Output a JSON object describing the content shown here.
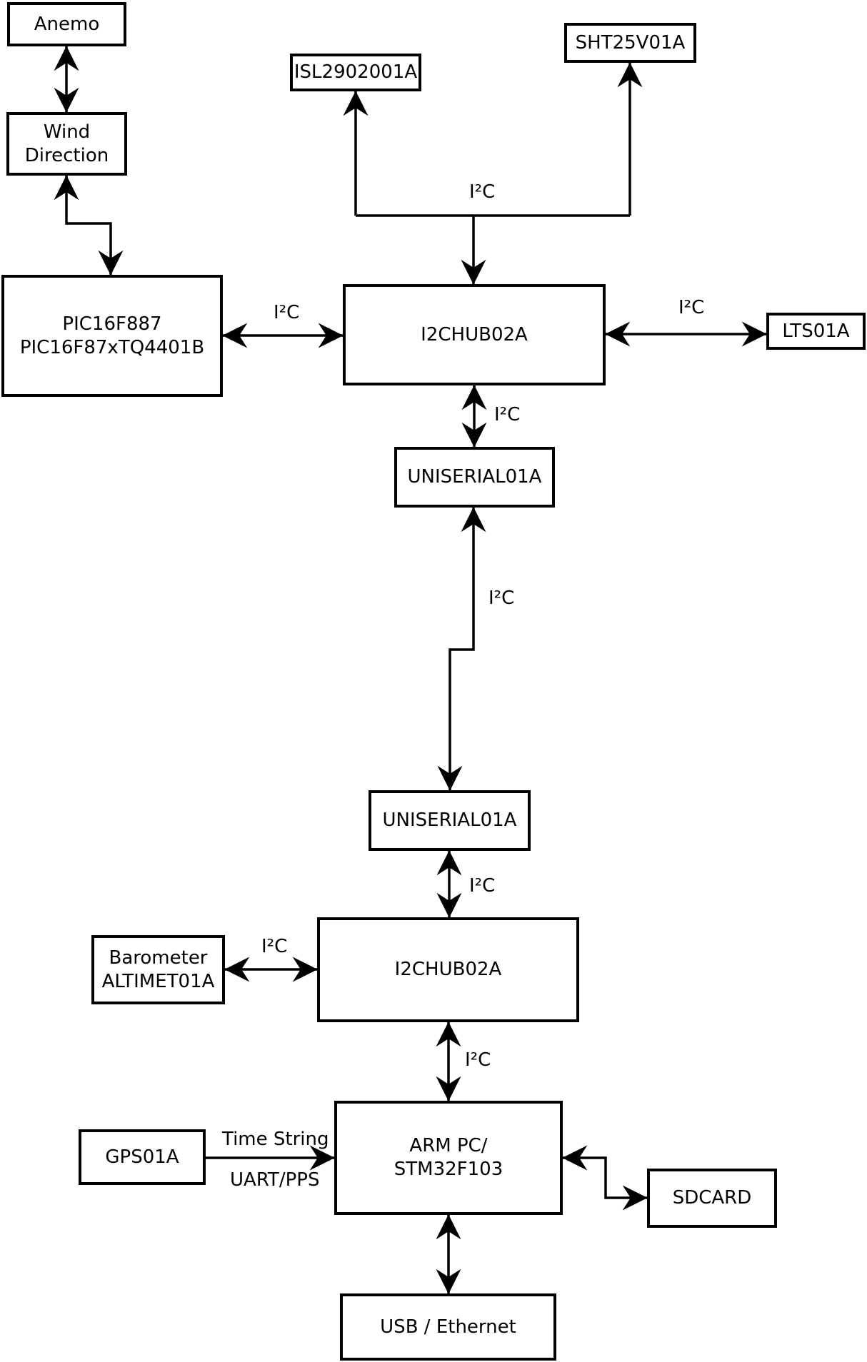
{
  "diagram": {
    "kind": "block-diagram",
    "background_color": "#ffffff",
    "line_color": "#000000",
    "bus_protocol": "I²C"
  },
  "boxes": {
    "anemo": {
      "lines": [
        "Anemo"
      ]
    },
    "wind_direction": {
      "lines": [
        "Wind",
        "Direction"
      ]
    },
    "isl": {
      "lines": [
        "ISL2902001A"
      ]
    },
    "sht": {
      "lines": [
        "SHT25V01A"
      ]
    },
    "pic": {
      "lines": [
        "PIC16F887",
        "PIC16F87xTQ4401B"
      ]
    },
    "hub_top": {
      "lines": [
        "I2CHUB02A"
      ]
    },
    "lts": {
      "lines": [
        "LTS01A"
      ]
    },
    "uniserial_top": {
      "lines": [
        "UNISERIAL01A"
      ]
    },
    "uniserial_bottom": {
      "lines": [
        "UNISERIAL01A"
      ]
    },
    "hub_bottom": {
      "lines": [
        "I2CHUB02A"
      ]
    },
    "barometer": {
      "lines": [
        "Barometer",
        "ALTIMET01A"
      ]
    },
    "gps": {
      "lines": [
        "GPS01A"
      ]
    },
    "arm": {
      "lines": [
        "ARM PC/",
        "STM32F103"
      ]
    },
    "sdcard": {
      "lines": [
        "SDCARD"
      ]
    },
    "usb": {
      "lines": [
        "USB / Ethernet"
      ]
    }
  },
  "connections": [
    {
      "id": "anemo-wind",
      "from": "anemo",
      "to": "wind_direction",
      "arrows": "both",
      "label": ""
    },
    {
      "id": "wind-pic",
      "from": "wind_direction",
      "to": "pic",
      "arrows": "both",
      "label": ""
    },
    {
      "id": "bus-isl",
      "from": "i2c_bus",
      "to": "isl",
      "arrows": "to",
      "label": ""
    },
    {
      "id": "bus-sht",
      "from": "i2c_bus",
      "to": "sht",
      "arrows": "to",
      "label": ""
    },
    {
      "id": "bus-hub1",
      "from": "i2c_bus",
      "to": "hub_top",
      "arrows": "to",
      "label": "I²C"
    },
    {
      "id": "pic-hub1",
      "from": "pic",
      "to": "hub_top",
      "arrows": "both",
      "label": "I²C"
    },
    {
      "id": "hub1-lts",
      "from": "hub_top",
      "to": "lts",
      "arrows": "both",
      "label": "I²C"
    },
    {
      "id": "hub1-uni1",
      "from": "hub_top",
      "to": "uniserial_top",
      "arrows": "both",
      "label": "I²C"
    },
    {
      "id": "uni1-uni2",
      "from": "uniserial_top",
      "to": "uniserial_bottom",
      "arrows": "both",
      "label": "I²C"
    },
    {
      "id": "uni2-hub2",
      "from": "uniserial_bottom",
      "to": "hub_bottom",
      "arrows": "both",
      "label": "I²C"
    },
    {
      "id": "baro-hub2",
      "from": "barometer",
      "to": "hub_bottom",
      "arrows": "both",
      "label": "I²C"
    },
    {
      "id": "hub2-arm",
      "from": "hub_bottom",
      "to": "arm",
      "arrows": "both",
      "label": "I²C"
    },
    {
      "id": "gps-arm",
      "from": "gps",
      "to": "arm",
      "arrows": "to",
      "label_top": "Time String",
      "label_bottom": "UART/PPS"
    },
    {
      "id": "arm-sd",
      "from": "arm",
      "to": "sdcard",
      "arrows": "both",
      "label": ""
    },
    {
      "id": "arm-usb",
      "from": "arm",
      "to": "usb",
      "arrows": "both",
      "label": ""
    }
  ]
}
